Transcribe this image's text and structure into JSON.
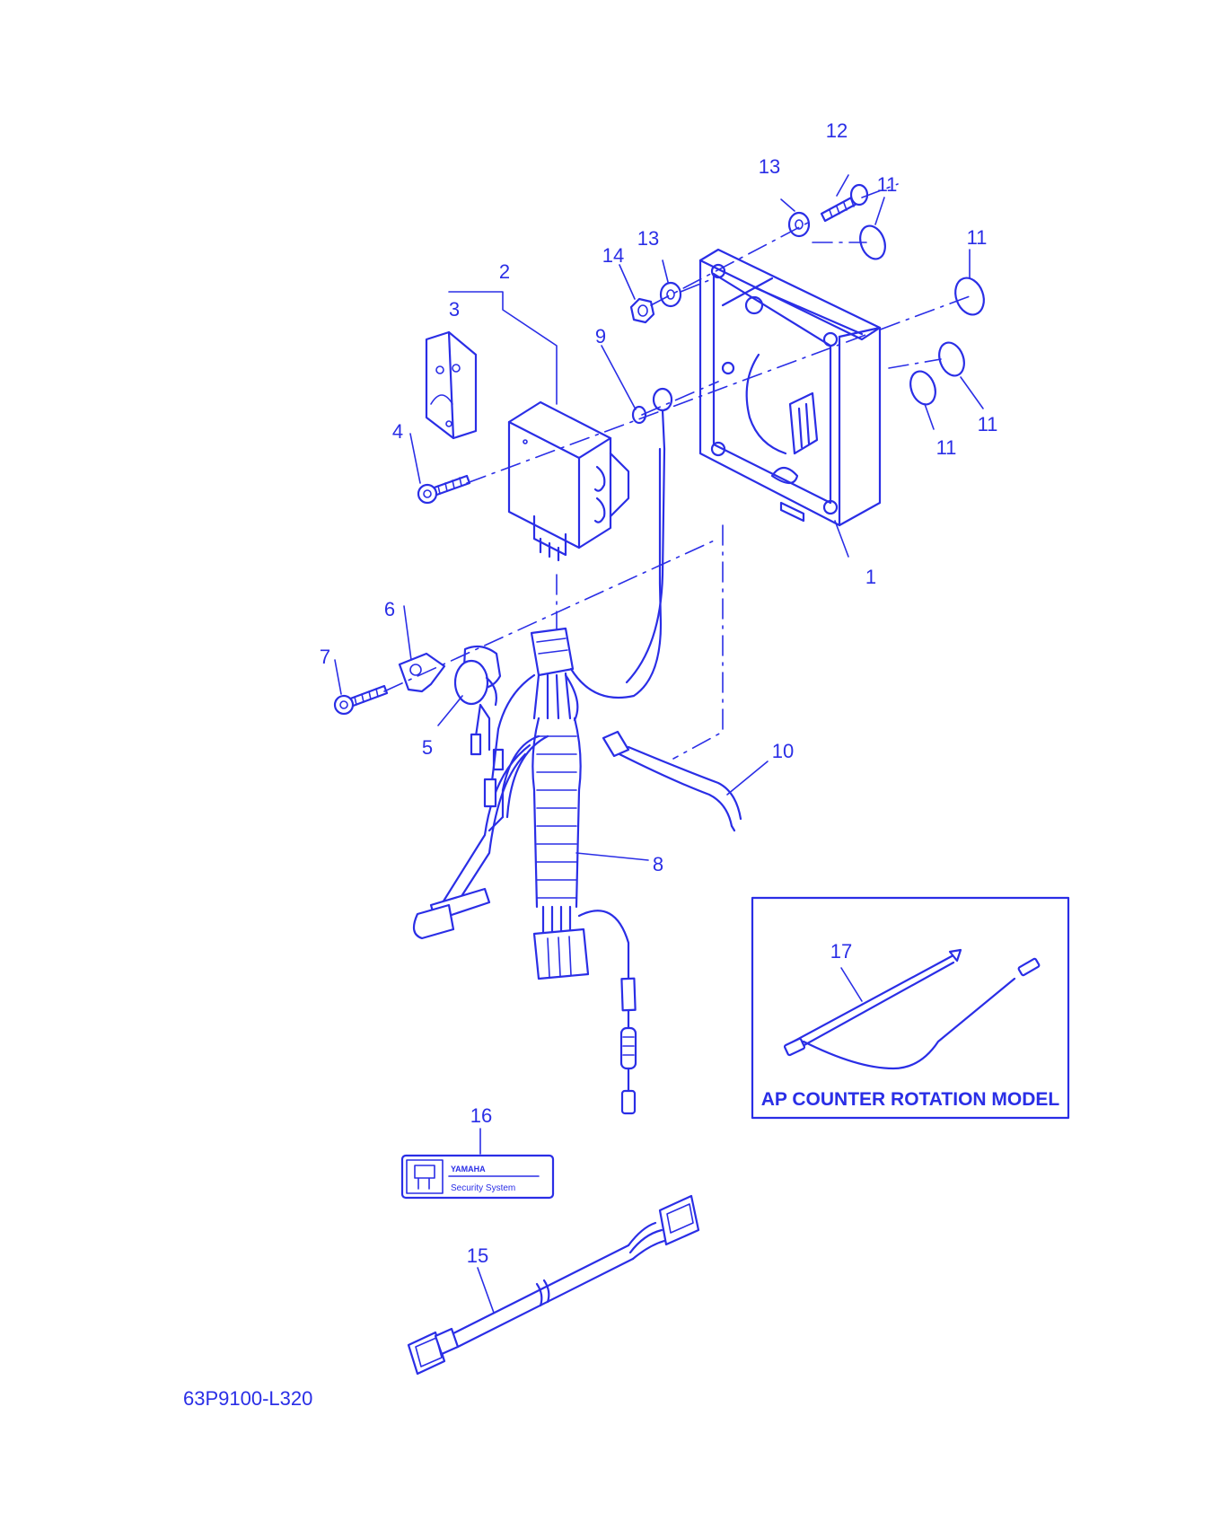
{
  "diagram": {
    "part_numbers": [
      "1",
      "2",
      "3",
      "4",
      "5",
      "6",
      "7",
      "8",
      "9",
      "10",
      "11",
      "12",
      "13",
      "14",
      "15",
      "16",
      "17"
    ],
    "callouts": {
      "p1": "1",
      "p2": "2",
      "p3": "3",
      "p4": "4",
      "p5": "5",
      "p6": "6",
      "p7": "7",
      "p8": "8",
      "p9": "9",
      "p10": "10",
      "p11a": "11",
      "p11b": "11",
      "p11c": "11",
      "p11d": "11",
      "p12": "12",
      "p13a": "13",
      "p13b": "13",
      "p14": "14",
      "p15": "15",
      "p16": "16",
      "p17": "17"
    },
    "inset_title": "AP COUNTER ROTATION MODEL",
    "drawing_code": "63P9100-L320",
    "label_brand": "YAMAHA",
    "label_text": "Security System",
    "line_color": "#2a2ee6",
    "background": "#ffffff"
  }
}
